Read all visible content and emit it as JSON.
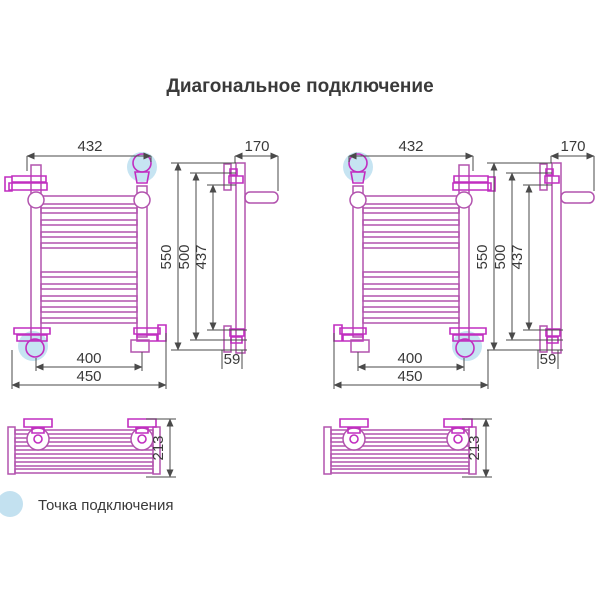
{
  "title": "Диагональное подключение",
  "legend": {
    "label": "Точка подключения",
    "marker": "connection-point-circle",
    "marker_color": "#c3e1f0"
  },
  "colors": {
    "structure": "#b253ae",
    "fitting": "#c12ec0",
    "dimension_lines": "#4a4a4a",
    "text": "#3a3a3a",
    "highlight": "#c6e4f2",
    "background": "#ffffff"
  },
  "assemblies": [
    {
      "position": "left",
      "connection_points": [
        "top-right",
        "bottom-left"
      ],
      "dims": {
        "width_top": "432",
        "depth": "170",
        "height_total": "550",
        "height_connections": "500",
        "height_inner": "437",
        "width_connections": "400",
        "width_total": "450",
        "wall_offset": "59",
        "shelf_depth": "213"
      }
    },
    {
      "position": "right",
      "connection_points": [
        "top-left",
        "bottom-right"
      ],
      "dims": {
        "width_top": "432",
        "depth": "170",
        "height_total": "550",
        "height_connections": "500",
        "height_inner": "437",
        "width_connections": "400",
        "width_total": "450",
        "wall_offset": "59",
        "shelf_depth": "213"
      }
    }
  ]
}
